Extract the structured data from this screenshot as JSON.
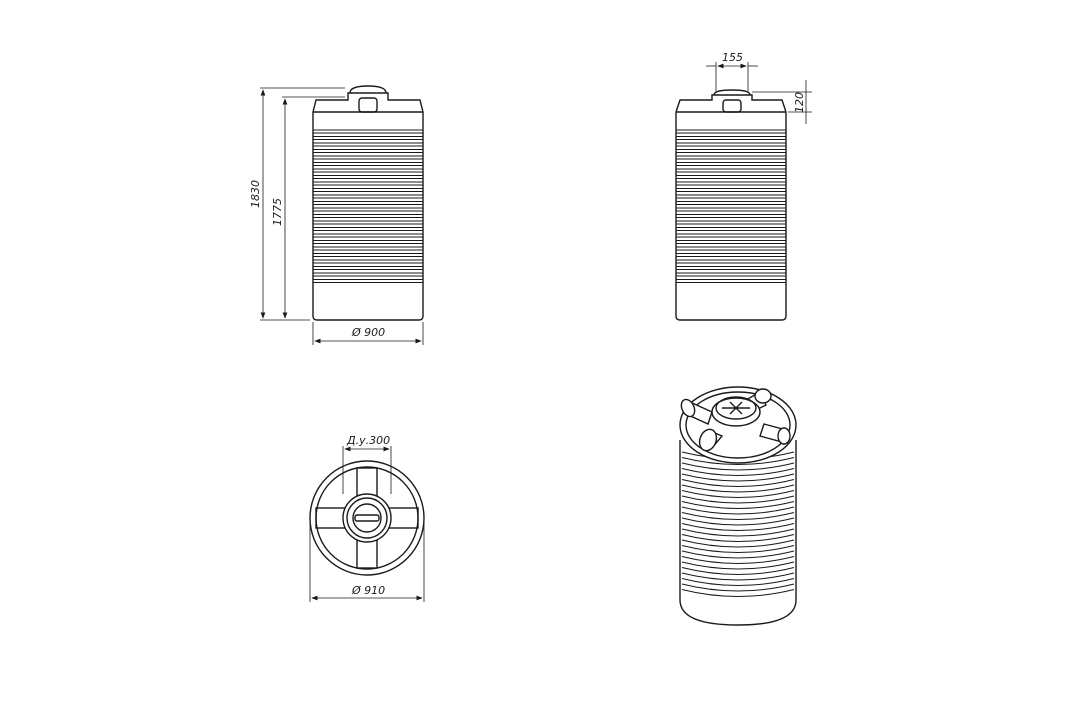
{
  "dimensions": {
    "total_height": "1830",
    "body_height": "1775",
    "body_diameter": "Ø 900",
    "lid_width": "155",
    "lid_height": "120",
    "neck": "Д.у.300",
    "top_diameter": "Ø 910"
  },
  "colors": {
    "line": "#1a1a1a",
    "background": "#ffffff"
  }
}
